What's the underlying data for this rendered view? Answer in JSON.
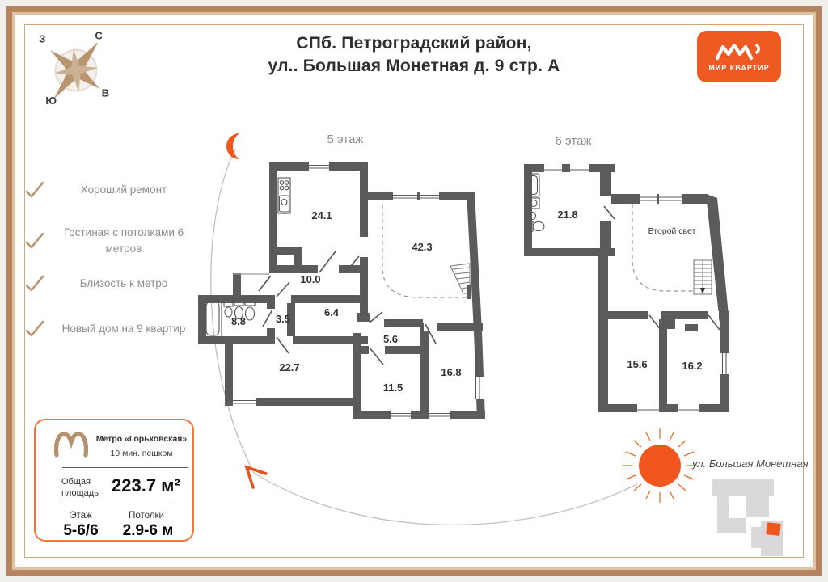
{
  "header": {
    "title_line1": "СПб. Петроградский район,",
    "title_line2": "ул.. Большая Монетная д. 9 стр. А"
  },
  "logo": {
    "brand": "МИР КВАРТИР"
  },
  "compass": {
    "n": "С",
    "s": "Ю",
    "w": "З",
    "e": "В"
  },
  "features": [
    {
      "text": "Хороший ремонт"
    },
    {
      "text": "Гостиная с потолками 6 метров"
    },
    {
      "text": "Близость к метро"
    },
    {
      "text": "Новый дом на 9 квартир"
    }
  ],
  "info_card": {
    "metro_name": "Метро «Горьковская»",
    "metro_walk": "10 мин. пешком",
    "area_label": "Общая площадь",
    "area_value": "223.7 м²",
    "floor_label": "Этаж",
    "floor_value": "5-6/6",
    "ceiling_label": "Потолки",
    "ceiling_value": "2.9-6 м"
  },
  "floor5": {
    "title": "5 этаж",
    "rooms": {
      "kitchen": "24.1",
      "living": "42.3",
      "hall": "10.0",
      "cab": "6.4",
      "wc": "3.5",
      "bath": "8.8",
      "corr": "5.6",
      "bed1": "22.7",
      "bed2": "11.5",
      "bed3": "16.8"
    }
  },
  "floor6": {
    "title": "6 этаж",
    "rooms": {
      "studio": "21.8",
      "void": "Второй свет",
      "bed1": "15.6",
      "bed2": "16.2"
    }
  },
  "site": {
    "street": "ул. Большая Монетная"
  },
  "colors": {
    "accent": "#ef5a23",
    "walls": "#5b5b5b",
    "tan": "#b8956f"
  }
}
